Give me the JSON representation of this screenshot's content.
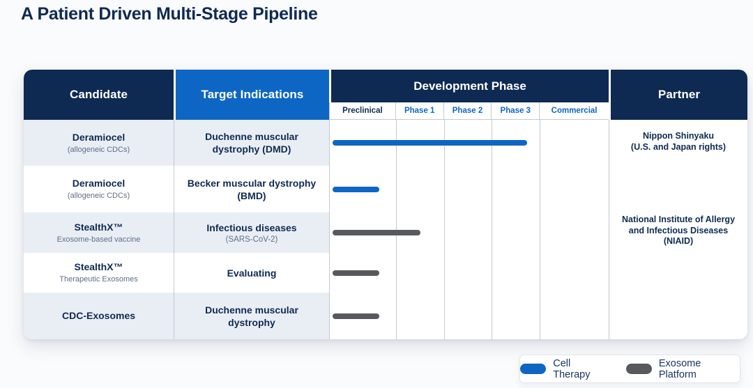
{
  "title": "A Patient Driven Multi-Stage Pipeline",
  "colors": {
    "navy": "#0F2A52",
    "blue": "#0E66C4",
    "bar_gray": "#58595C",
    "row_stripe": "#E9EEF5",
    "grid_line": "#C4C8CE"
  },
  "table": {
    "headers": {
      "candidate": "Candidate",
      "target": "Target Indications",
      "phase_group": "Development Phase",
      "partner": "Partner"
    },
    "phase_columns": [
      {
        "label": "Preclinical",
        "emphasis": "navy"
      },
      {
        "label": "Phase 1",
        "emphasis": "blue"
      },
      {
        "label": "Phase 2",
        "emphasis": "blue"
      },
      {
        "label": "Phase 3",
        "emphasis": "blue"
      },
      {
        "label": "Commercial",
        "emphasis": "blue"
      }
    ],
    "rows": [
      {
        "candidate": "Deramiocel",
        "candidate_sub": "(allogeneic CDCs)",
        "target_lines": [
          "Duchenne muscular",
          "dystrophy (DMD)"
        ],
        "target_sub": "",
        "bar": {
          "type": "cell_therapy",
          "start_pct": 1.0,
          "end_pct": 70.8,
          "phase_reached": "Phase 3"
        }
      },
      {
        "candidate": "Deramiocel",
        "candidate_sub": "(allogeneic CDCs)",
        "target_lines": [
          "Becker muscular dystrophy",
          "(BMD)"
        ],
        "target_sub": "",
        "bar": {
          "type": "cell_therapy",
          "start_pct": 1.0,
          "end_pct": 17.7,
          "phase_reached": "Preclinical"
        }
      },
      {
        "candidate": "StealthX™",
        "candidate_sub": "Exosome-based vaccine",
        "target_lines": [
          "Infectious diseases",
          ""
        ],
        "target_sub": "(SARS-CoV-2)",
        "bar": {
          "type": "exosome_platform",
          "start_pct": 1.0,
          "end_pct": 32.4,
          "phase_reached": "Phase 1"
        }
      },
      {
        "candidate": "StealthX™",
        "candidate_sub": "Therapeutic Exosomes",
        "target_lines": [
          "Evaluating",
          ""
        ],
        "target_sub": "",
        "bar": {
          "type": "exosome_platform",
          "start_pct": 1.0,
          "end_pct": 17.7,
          "phase_reached": "Preclinical"
        }
      },
      {
        "candidate": "CDC-Exosomes",
        "candidate_sub": "",
        "target_lines": [
          "Duchenne muscular",
          "dystrophy"
        ],
        "target_sub": "",
        "bar": {
          "type": "exosome_platform",
          "start_pct": 1.0,
          "end_pct": 17.7,
          "phase_reached": "Preclinical"
        }
      }
    ],
    "partners": [
      {
        "lines": [
          "Nippon Shinyaku",
          "(U.S. and Japan rights)"
        ]
      },
      {
        "lines": [
          "National Institute of Allergy",
          "and Infectious Diseases",
          "(NIAID)"
        ]
      }
    ]
  },
  "legend": {
    "items": [
      {
        "key": "cell_therapy",
        "label": "Cell Therapy",
        "color": "#0E66C4"
      },
      {
        "key": "exosome_platform",
        "label": "Exosome Platform",
        "color": "#58595C"
      }
    ]
  }
}
